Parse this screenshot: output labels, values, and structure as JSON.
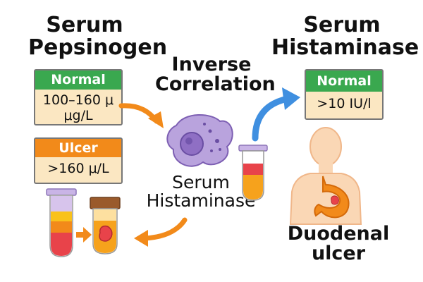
{
  "left": {
    "title_line1": "Serum",
    "title_line2": "Pepsinogen",
    "normal": {
      "label": "Normal",
      "value_line1": "100–160 μ",
      "value_line2": "μg/L",
      "color": "#3aa84f"
    },
    "ulcer": {
      "label": "Ulcer",
      "value": ">160 μ/L",
      "color": "#f28a1a"
    }
  },
  "center": {
    "title_line1": "Inverse",
    "title_line2": "Correlation",
    "bottom_line1": "Serum",
    "bottom_line2": "Histaminase"
  },
  "right": {
    "title_line1": "Serum",
    "title_line2": "Histaminase",
    "normal": {
      "label": "Normal",
      "value": ">10 IU/l",
      "color": "#3aa84f"
    },
    "caption_line1": "Duodenal",
    "caption_line2": "ulcer"
  },
  "colors": {
    "arrow_orange": "#f28a1a",
    "arrow_blue": "#3f8fe0",
    "cell_purple": "#9b7cc9",
    "body_skin": "#fad7b5",
    "stomach": "#f28a1a"
  }
}
